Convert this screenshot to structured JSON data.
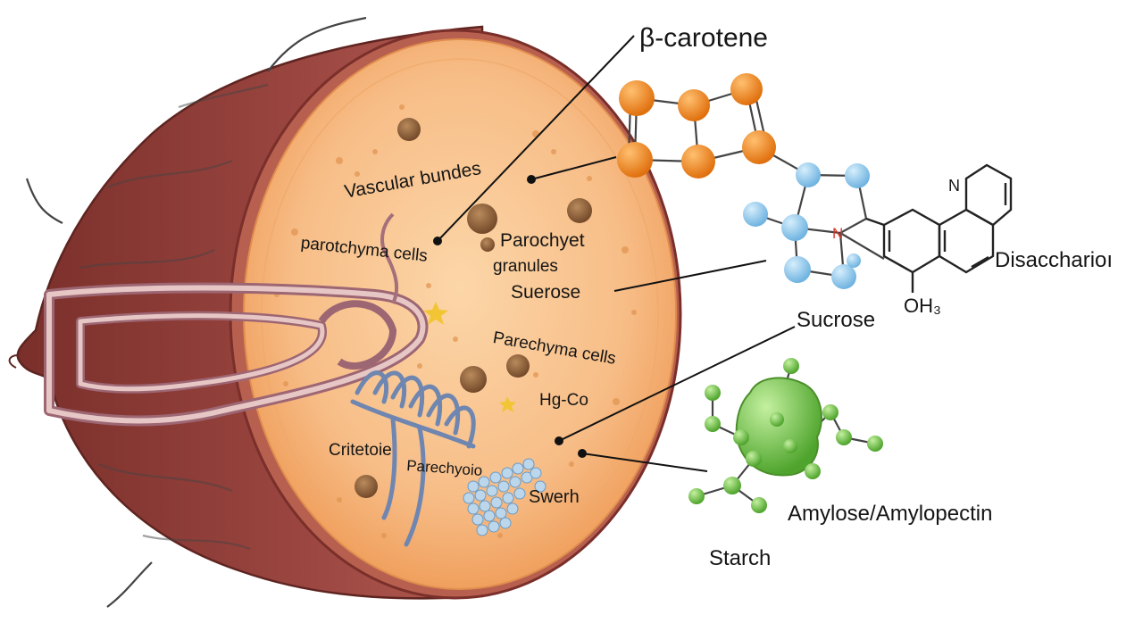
{
  "labels": {
    "beta_carotene": "β-carotene",
    "vascular_bundles": "Vascular bundes",
    "parotchyma_cells": "parotchyma cells",
    "parochyet": "Parochyet",
    "granules": "granules",
    "suerose": "Suerose",
    "parechyma_cells": "Parechyma cells",
    "hg_co": "Hg-Co",
    "critetoie": "Critetoie",
    "parechyoio": "Parechyoio",
    "swerh": "Swerh",
    "disaccharide": "Disaccharioı",
    "oh3": "OH₃",
    "sucrose": "Sucrose",
    "amylose": "Amylose/Amylopectin",
    "starch": "Starch",
    "nitrogen_1": "N",
    "nitrogen_2": "N"
  },
  "colors": {
    "skin": "#8e3a33",
    "flesh": "#f6b57e",
    "flesh_core": "#fbd0a0",
    "carotene": "#f08a1e",
    "disaccharide": "#8fc6ea",
    "starch": "#6cc24a",
    "nitrogen": "#d8352a"
  }
}
